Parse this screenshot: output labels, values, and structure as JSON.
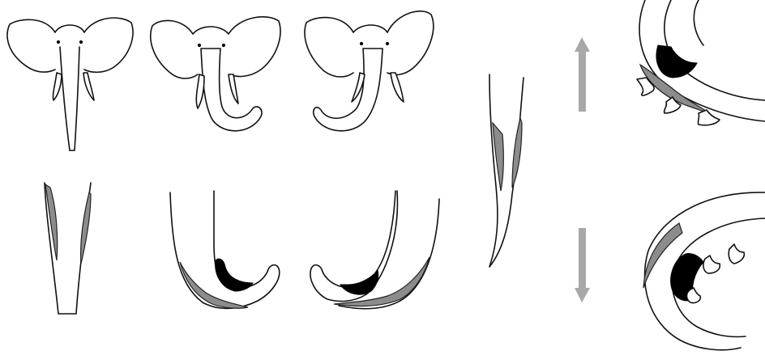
{
  "figure": {
    "background": "#ffffff",
    "colors": {
      "outline": "#111111",
      "gray_shading": "#8c8c8c",
      "dark_shading": "#000000",
      "arrow": "#a8a8a8"
    },
    "panels": {
      "elephant_heads": [
        {
          "pose": "trunk-straight-down"
        },
        {
          "pose": "trunk-curled-right"
        },
        {
          "pose": "trunk-curled-left"
        }
      ],
      "trunk_tips": [
        {
          "view": "straight"
        },
        {
          "view": "curled-right"
        },
        {
          "view": "curled-left"
        }
      ],
      "side_view": {
        "view": "trunk-tip-side"
      },
      "arrows": [
        {
          "direction": "up"
        },
        {
          "direction": "down"
        }
      ],
      "closeups": [
        {
          "view": "closeup-upper"
        },
        {
          "view": "closeup-lower"
        }
      ]
    }
  }
}
